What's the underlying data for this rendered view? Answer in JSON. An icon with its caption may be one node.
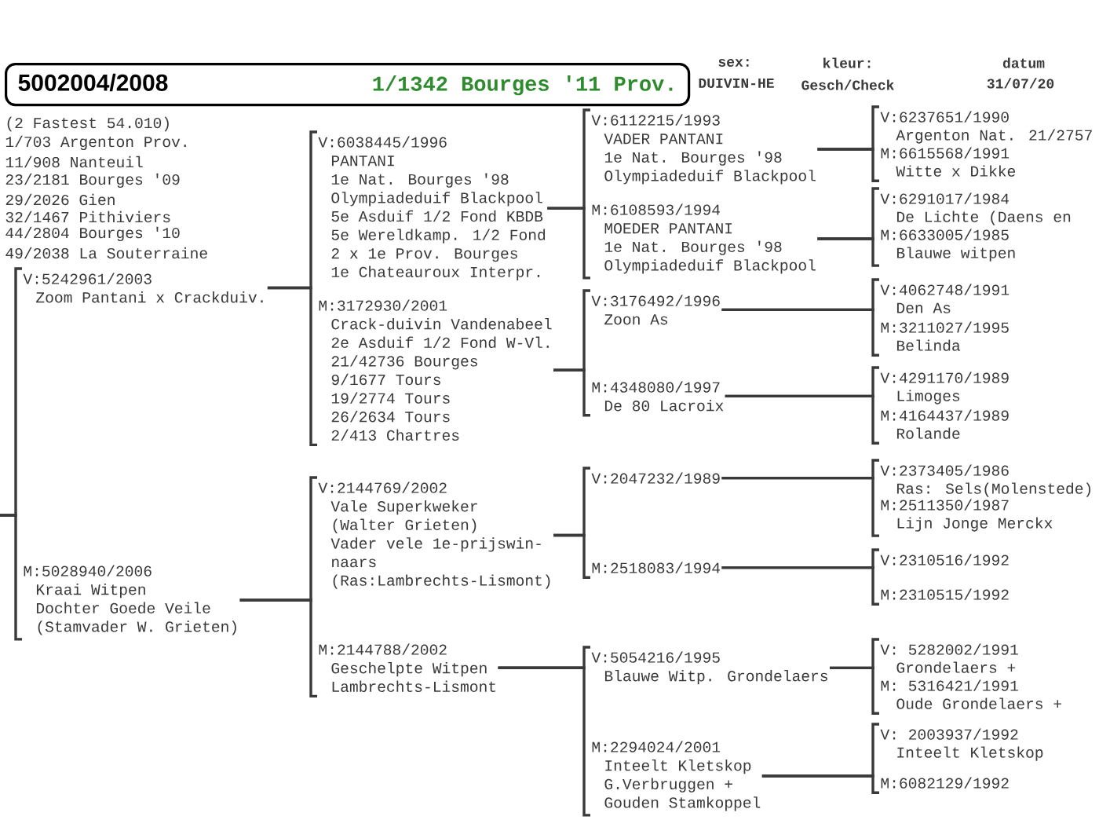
{
  "diagram": {
    "nodes": [
      {
        "text": [
          "5002004/2008",
          "1/1342 Bourges '11 Prov."
        ],
        "beside": [
          "(2 Fastest 54.010)",
          "1/703 Argenton Prov.",
          "11/908 Nanteuil",
          "23/2181 Bourges '09",
          "29/2026 Gien",
          "32/1467 Pithiviers",
          "44/2804 Bourges '10",
          "49/2038 La Souterraine"
        ]
      },
      {
        "text": [
          "V:5242961/2003",
          "Zoom Pantani x Crackduiv."
        ]
      },
      {
        "text": [
          "M:5028940/2006",
          "Kraai Witpen",
          "Dochter Goede Veile",
          "(Stamvader W. Grieten)"
        ]
      },
      {
        "text": [
          "V:6038445/1996",
          "PANTANI",
          "1e Nat. Bourges '98",
          "Olympiadeduif Blackpool",
          "5e Asduif 1/2 Fond KBDB",
          "5e Wereldkamp. 1/2 Fond",
          "2 x 1e Prov. Bourges",
          "1e Chateauroux Interpr."
        ]
      },
      {
        "text": [
          "M:3172930/2001",
          "Crack-duivin Vandenabeel",
          "2e Asduif 1/2 Fond W-Vl.",
          "21/42736 Bourges",
          "9/1677 Tours",
          "19/2774 Tours",
          "26/2634 Tours",
          "2/413 Chartres"
        ]
      },
      {
        "text": [
          "V:2144769/2002",
          "Vale Superkweker",
          "(Walter Grieten)",
          "Vader vele 1e-prijswin-",
          "naars",
          "(Ras:Lambrechts-Lismont)"
        ]
      },
      {
        "text": [
          "M:2144788/2002",
          "Geschelpte Witpen",
          "Lambrechts-Lismont"
        ]
      },
      {
        "text": [
          "V:6112215/1993",
          "VADER PANTANI",
          "1e Nat. Bourges '98",
          "Olympiadeduif Blackpool"
        ]
      },
      {
        "text": [
          "M:6108593/1994",
          "MOEDER PANTANI",
          "1e Nat. Bourges '98",
          "Olympiadeduif Blackpool"
        ]
      },
      {
        "text": [
          "V:3176492/1996",
          "Zoon As"
        ]
      },
      {
        "text": [
          "M:4348080/1997",
          "De 80 Lacroix"
        ]
      },
      {
        "text": [
          "V:2047232/1989"
        ]
      },
      {
        "text": [
          "M:2518083/1994"
        ]
      },
      {
        "text": [
          "V:5054216/1995",
          "Blauwe Witp. Grondelaers"
        ]
      },
      {
        "text": [
          "M:2294024/2001",
          "Inteelt Kletskop",
          "G.Verbruggen +",
          "Gouden Stamkoppel"
        ]
      },
      {
        "text": [
          "V:6237651/1990",
          "Argenton Nat. 21/2757"
        ]
      },
      {
        "text": [
          "M:6615568/1991",
          "Witte x Dikke"
        ]
      },
      {
        "text": [
          "V:6291017/1984",
          "De Lichte (Daens en"
        ]
      },
      {
        "text": [
          "M:6633005/1985",
          "Blauwe witpen"
        ]
      },
      {
        "text": [
          "V:4062748/1991",
          "Den As"
        ]
      },
      {
        "text": [
          "M:3211027/1995",
          "Belinda"
        ]
      },
      {
        "text": [
          "V:4291170/1989",
          "Limoges"
        ]
      },
      {
        "text": [
          "M:4164437/1989",
          "Rolande"
        ]
      },
      {
        "text": [
          "V:2373405/1986",
          "Ras: Sels(Molenstede)"
        ]
      },
      {
        "text": [
          "M:2511350/1987",
          "Lijn Jonge Merckx"
        ]
      },
      {
        "text": [
          "V:2310516/1992"
        ]
      },
      {
        "text": [
          "M:2310515/1992"
        ]
      },
      {
        "text": [
          "V: 5282002/1991",
          "Grondelaers +"
        ]
      },
      {
        "text": [
          "M: 5316421/1991",
          "Oude Grondelaers +"
        ]
      },
      {
        "text": [
          "V: 2003937/1992",
          "Inteelt Kletskop"
        ]
      },
      {
        "text": [
          "M:6082129/1992"
        ]
      }
    ],
    "edges": [
      {
        "from": null,
        "to": 1,
        "arrow": "none"
      },
      {
        "from": null,
        "to": 2,
        "arrow": "none"
      },
      {
        "from": 1,
        "to": 3,
        "arrow": "none"
      },
      {
        "from": 1,
        "to": 4,
        "arrow": "none"
      },
      {
        "from": 2,
        "to": 5,
        "arrow": "none"
      },
      {
        "from": 2,
        "to": 6,
        "arrow": "none"
      },
      {
        "from": 3,
        "to": 7,
        "arrow": "none"
      },
      {
        "from": 3,
        "to": 8,
        "arrow": "none"
      },
      {
        "from": 4,
        "to": 9,
        "arrow": "none"
      },
      {
        "from": 4,
        "to": 10,
        "arrow": "none"
      },
      {
        "from": 5,
        "to": 11,
        "arrow": "none"
      },
      {
        "from": 5,
        "to": 12,
        "arrow": "none"
      },
      {
        "from": 6,
        "to": 13,
        "arrow": "none"
      },
      {
        "from": 6,
        "to": 14,
        "arrow": "none"
      },
      {
        "from": 7,
        "to": 15,
        "arrow": "none"
      },
      {
        "from": 7,
        "to": 16,
        "arrow": "none"
      },
      {
        "from": 8,
        "to": 17,
        "arrow": "none"
      },
      {
        "from": 8,
        "to": 18,
        "arrow": "none"
      },
      {
        "from": 9,
        "to": 19,
        "arrow": "none"
      },
      {
        "from": 9,
        "to": 20,
        "arrow": "none"
      },
      {
        "from": 10,
        "to": 21,
        "arrow": "none"
      },
      {
        "from": 10,
        "to": 22,
        "arrow": "none"
      },
      {
        "from": 11,
        "to": 23,
        "arrow": "none"
      },
      {
        "from": 11,
        "to": 24,
        "arrow": "none"
      },
      {
        "from": 12,
        "to": 25,
        "arrow": "none"
      },
      {
        "from": 12,
        "to": 26,
        "arrow": "none"
      },
      {
        "from": 13,
        "to": 27,
        "arrow": "none"
      },
      {
        "from": 13,
        "to": 28,
        "arrow": "none"
      },
      {
        "from": 14,
        "to": 29,
        "arrow": "none"
      },
      {
        "from": 14,
        "to": 30,
        "arrow": "none"
      }
    ],
    "labels": [
      "sex:",
      "kleur:",
      "datum",
      "DUIVIN-HE",
      "Gesch/Check",
      "31/07/20"
    ]
  }
}
